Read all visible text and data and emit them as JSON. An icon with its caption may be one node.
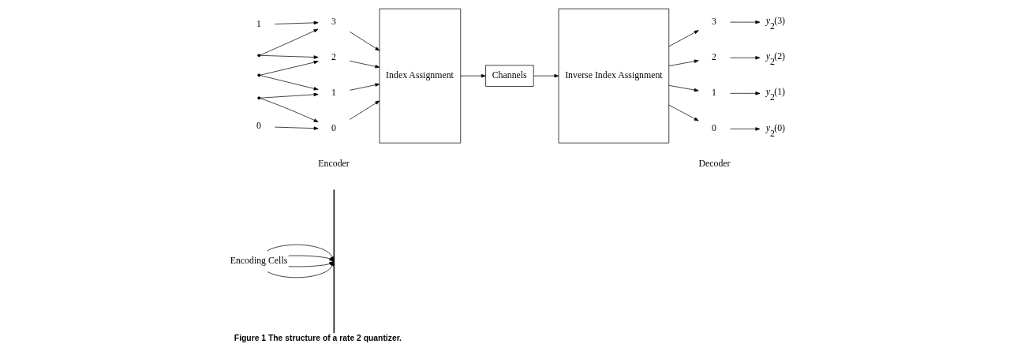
{
  "diagram": {
    "caption": "Figure 1 The structure of a rate 2 quantizer.",
    "nodes": [
      {
        "text": [
          "Encoding Cells"
        ]
      },
      {
        "text": [],
        "shape": "bar"
      },
      {
        "text": [
          "1"
        ]
      },
      {
        "text": [],
        "shape": "point"
      },
      {
        "text": [],
        "shape": "point"
      },
      {
        "text": [],
        "shape": "point"
      },
      {
        "text": [
          "0"
        ]
      },
      {
        "text": [
          "3"
        ]
      },
      {
        "text": [
          "2"
        ]
      },
      {
        "text": [
          "1"
        ]
      },
      {
        "text": [
          "0"
        ]
      },
      {
        "text": [
          "Index Assignment"
        ]
      },
      {
        "text": [
          "Channels"
        ]
      },
      {
        "text": [
          "Inverse Index Assignment"
        ]
      },
      {
        "text": [
          "3"
        ]
      },
      {
        "text": [
          "2"
        ]
      },
      {
        "text": [
          "1"
        ]
      },
      {
        "text": [
          "0"
        ]
      },
      {
        "text": [
          "*y*$_{2}$(3)"
        ]
      },
      {
        "text": [
          "*y*$_{2}$(2)"
        ]
      },
      {
        "text": [
          "*y*$_{2}$(1)"
        ]
      },
      {
        "text": [
          "*y*$_{2}$(0)"
        ]
      }
    ],
    "edges": [
      {
        "from": 0,
        "to": 1,
        "arrow": "to"
      },
      {
        "from": 0,
        "to": 1,
        "arrow": "to"
      },
      {
        "from": 0,
        "to": 1,
        "arrow": "to"
      },
      {
        "from": 0,
        "to": 1,
        "arrow": "to"
      },
      {
        "from": 2,
        "to": 7,
        "arrow": "to"
      },
      {
        "from": 3,
        "to": 7,
        "arrow": "to"
      },
      {
        "from": 3,
        "to": 8,
        "arrow": "to"
      },
      {
        "from": 4,
        "to": 8,
        "arrow": "to"
      },
      {
        "from": 4,
        "to": 9,
        "arrow": "to"
      },
      {
        "from": 5,
        "to": 9,
        "arrow": "to"
      },
      {
        "from": 5,
        "to": 10,
        "arrow": "to"
      },
      {
        "from": 6,
        "to": 10,
        "arrow": "to"
      },
      {
        "from": 7,
        "to": 11,
        "arrow": "to"
      },
      {
        "from": 8,
        "to": 11,
        "arrow": "to"
      },
      {
        "from": 9,
        "to": 11,
        "arrow": "to"
      },
      {
        "from": 10,
        "to": 11,
        "arrow": "to"
      },
      {
        "from": 11,
        "to": 12,
        "arrow": "to"
      },
      {
        "from": 12,
        "to": 13,
        "arrow": "to"
      },
      {
        "from": 13,
        "to": 14,
        "arrow": "to"
      },
      {
        "from": 13,
        "to": 15,
        "arrow": "to"
      },
      {
        "from": 13,
        "to": 16,
        "arrow": "to"
      },
      {
        "from": 13,
        "to": 17,
        "arrow": "to"
      },
      {
        "from": 14,
        "to": 18,
        "arrow": "to"
      },
      {
        "from": 15,
        "to": 19,
        "arrow": "to"
      },
      {
        "from": 16,
        "to": 20,
        "arrow": "to"
      },
      {
        "from": 17,
        "to": 21,
        "arrow": "to"
      }
    ],
    "labels": [
      "Encoder",
      "Decoder"
    ]
  }
}
